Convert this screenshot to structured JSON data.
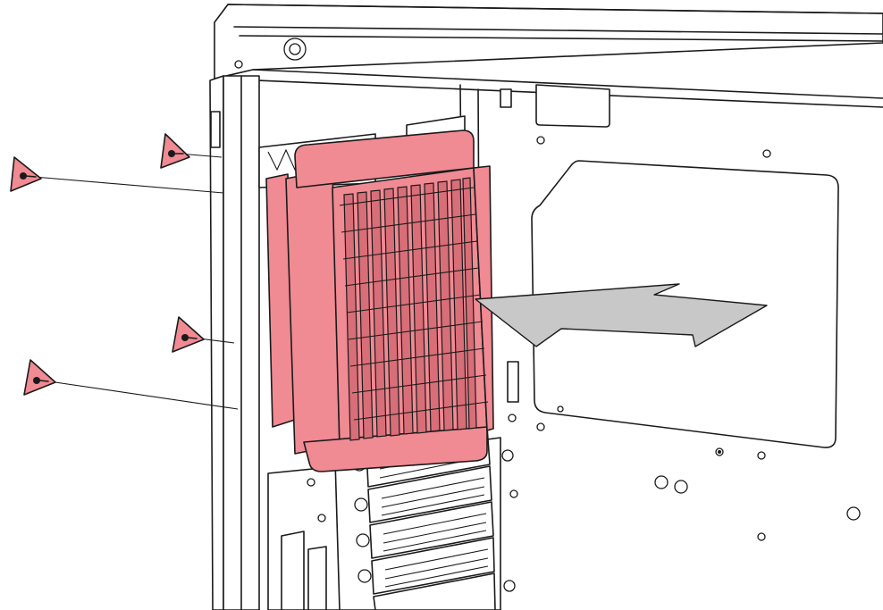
{
  "diagram": {
    "subject": "radiator-installation-into-pc-case",
    "colors": {
      "radiator": "#f08a93",
      "screw_marker": "#f08a93",
      "direction_arrow": "#c8c8c8",
      "outline": "#1a1a1a",
      "background": "#ffffff"
    },
    "screws": [
      {
        "id": "screw-1",
        "icon": "screw-icon"
      },
      {
        "id": "screw-2",
        "icon": "screw-icon"
      },
      {
        "id": "screw-3",
        "icon": "screw-icon"
      },
      {
        "id": "screw-4",
        "icon": "screw-icon"
      }
    ],
    "arrow": {
      "icon": "insert-direction-arrow-icon"
    }
  }
}
